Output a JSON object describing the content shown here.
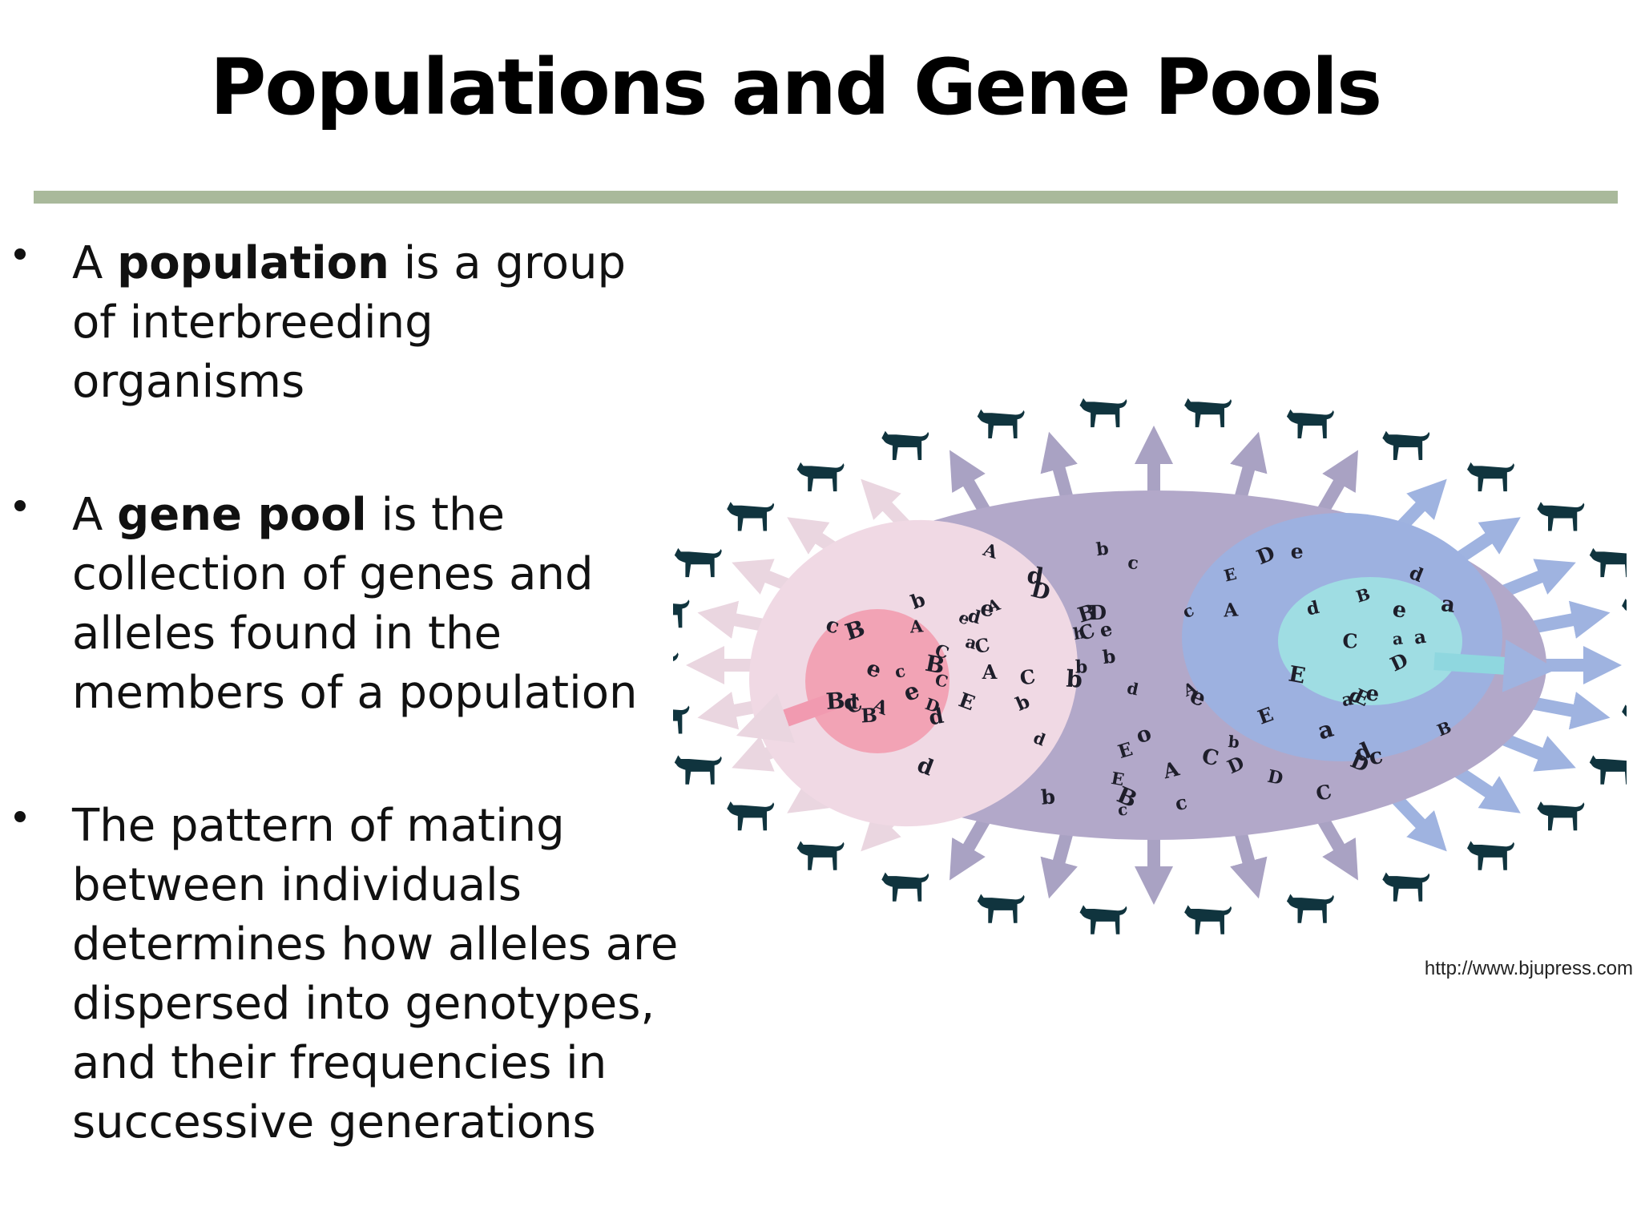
{
  "slide": {
    "title": "Populations and Gene Pools",
    "bullets": [
      {
        "before": "A ",
        "bold": "population",
        "after": " is a group of interbreeding organisms"
      },
      {
        "before": "A ",
        "bold": "gene pool",
        "after": " is the collection of genes and alleles found in the members of a population"
      },
      {
        "before": "The pattern of mating between individuals determines how alleles are dispersed into genotypes, and their frequencies in successive generations",
        "bold": "",
        "after": ""
      }
    ]
  },
  "diagram": {
    "icons": [
      "dog-icon"
    ],
    "alleles": [
      "c",
      "D",
      "d",
      "e",
      "D",
      "e",
      "a",
      "d",
      "C",
      "a",
      "d",
      "c",
      "e",
      "E",
      "e",
      "C",
      "B",
      "o",
      "B",
      "a",
      "b",
      "C",
      "c",
      "e",
      "d",
      "c",
      "E",
      "A",
      "A",
      "B",
      "b",
      "a",
      "c",
      "C",
      "C",
      "A",
      "b",
      "B",
      "b",
      "E",
      "C",
      "d",
      "B",
      "e",
      "c",
      "b",
      "D",
      "B",
      "E",
      "B",
      "D",
      "a",
      "D",
      "b",
      "A",
      "B",
      "A",
      "d",
      "e",
      "b",
      "d",
      "C",
      "c",
      "d",
      "E",
      "D",
      "E",
      "e",
      "E",
      "a",
      "A",
      "e",
      "A",
      "d",
      "C",
      "d",
      "c",
      "D",
      "C",
      "A",
      "b",
      "D",
      "h"
    ],
    "colors": {
      "pool": "#b2a8c9",
      "pink_zone": "#f0d9e4",
      "pink_core": "#f2a3b5",
      "blue_zone": "#9db1e0",
      "blue_core": "#9fdde3",
      "dogs": "#10343e"
    }
  },
  "credit": "http://www.bjupress.com"
}
